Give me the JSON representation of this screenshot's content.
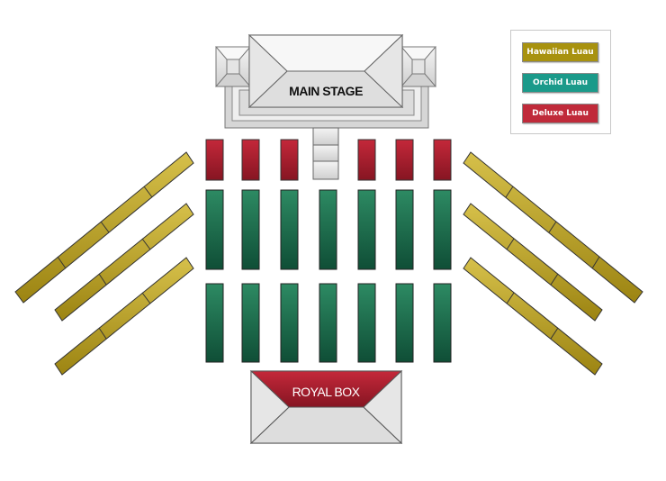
{
  "stage_label": "MAIN STAGE",
  "royal_box_label": "ROYAL BOX",
  "colors": {
    "hawaiian": "#b49a1e",
    "orchid": "#1f6e4e",
    "deluxe": "#a51e2e",
    "legend_orchid": "#1b9a8a",
    "legend_deluxe": "#c02a3a",
    "stage_fill": "#e8e8e8",
    "stage_stroke": "#777777"
  },
  "legend": {
    "items": [
      {
        "label": "Hawaiian Luau",
        "color": "#a8920f"
      },
      {
        "label": "Orchid Luau",
        "color": "#1b9a8a"
      },
      {
        "label": "Deluxe Luau",
        "color": "#c02a3a"
      }
    ]
  }
}
